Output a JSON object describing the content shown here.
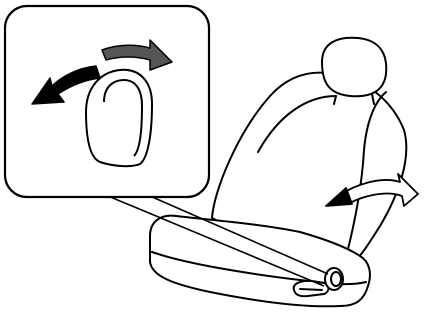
{
  "figure": {
    "subject": "seatback-recline-dial",
    "callout": {
      "shows": "dial-closeup",
      "arrows": [
        "rotate-rearward",
        "rotate-forward"
      ]
    },
    "seat": {
      "parts": [
        "headrest",
        "seatback",
        "cushion",
        "side-lever",
        "recline-dial"
      ],
      "motion_arrow": "seatback-tilt"
    },
    "colors": {
      "stroke": "#000000",
      "fill": "#ffffff",
      "arrow_dark": "#000000",
      "arrow_mid": "#555555"
    }
  }
}
